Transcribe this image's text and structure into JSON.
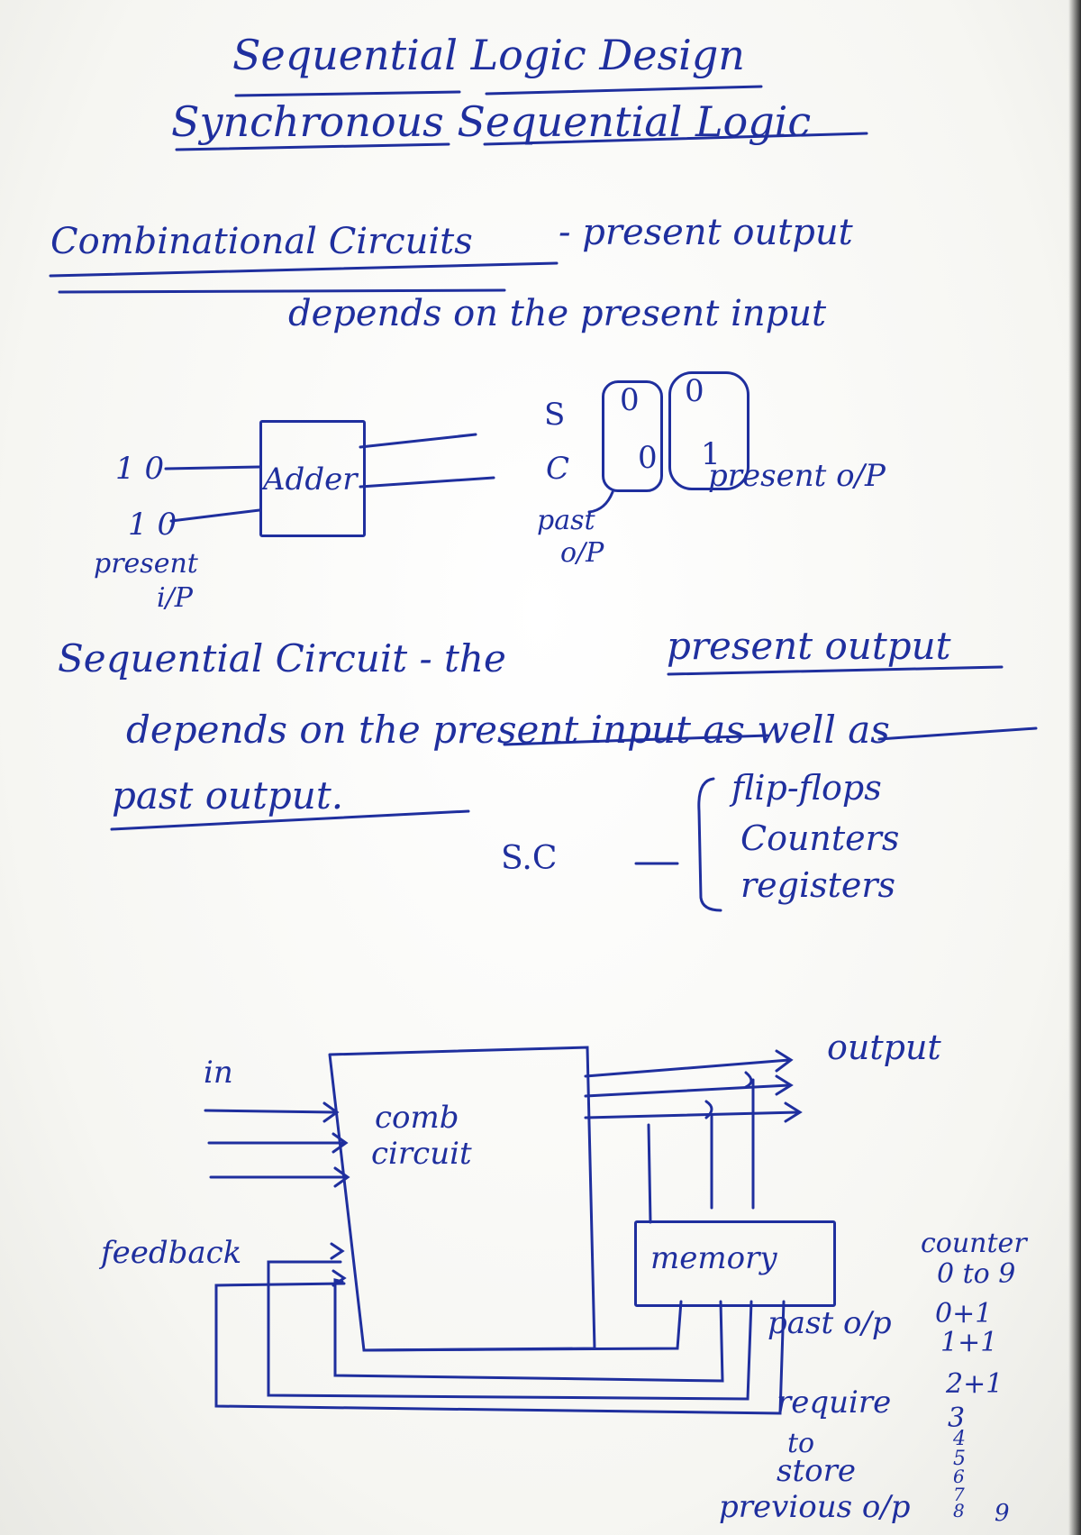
{
  "title_line_1": "Sequential Logic Design",
  "title_line_2": "Synchronous Sequential Logic",
  "combinational": {
    "term": "Combinational Circuits",
    "def_part1": "- present output",
    "def_part2": "depends on the present input"
  },
  "adder_example": {
    "input_a": "1 0",
    "input_b": "1 0",
    "box_label": "Adder",
    "present_ip_line1": "present",
    "present_ip_line2": "i/P",
    "s_label": "S",
    "c_label": "C",
    "past_col": [
      "0",
      "0"
    ],
    "present_col": [
      "0",
      "1"
    ],
    "past_op_line1": "past",
    "past_op_line2": "o/P",
    "present_op": "present o/P"
  },
  "sequential": {
    "line1_a": "Sequential Circuit - the",
    "line1_b": "present output",
    "line2": "depends on the present input as well as",
    "line3": "past output."
  },
  "sc_list": {
    "label": "S.C",
    "items": [
      "flip-flops",
      "Counters",
      "registers"
    ]
  },
  "block_diagram": {
    "in_label": "in",
    "comb_line1": "comb",
    "comb_line2": "circuit",
    "output_label": "output",
    "feedback_label": "feedback",
    "memory_label": "memory",
    "past_op_label": "past o/p"
  },
  "side_note": {
    "counter_line1": "counter",
    "counter_line2": "0 to 9",
    "steps": [
      "0+1",
      "1+1",
      "2+1"
    ],
    "digits": [
      "3",
      "4",
      "5",
      "6",
      "7",
      "8",
      "9"
    ],
    "require_lines": [
      "require",
      "to",
      "store",
      "previous o/p"
    ]
  },
  "ink_color": "#1f2f9e"
}
